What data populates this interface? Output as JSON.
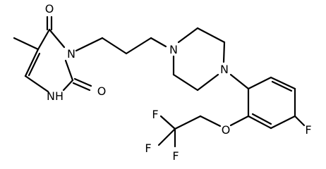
{
  "structure": {
    "atom_labels": {
      "o_top": "O",
      "n3": "N",
      "o_carbonyl": "O",
      "nh": "NH",
      "n_pip_left": "N",
      "n_pip_right": "N",
      "f_aryl": "F",
      "o_ether": "O",
      "f_1": "F",
      "f_2": "F",
      "f_3": "F"
    }
  }
}
